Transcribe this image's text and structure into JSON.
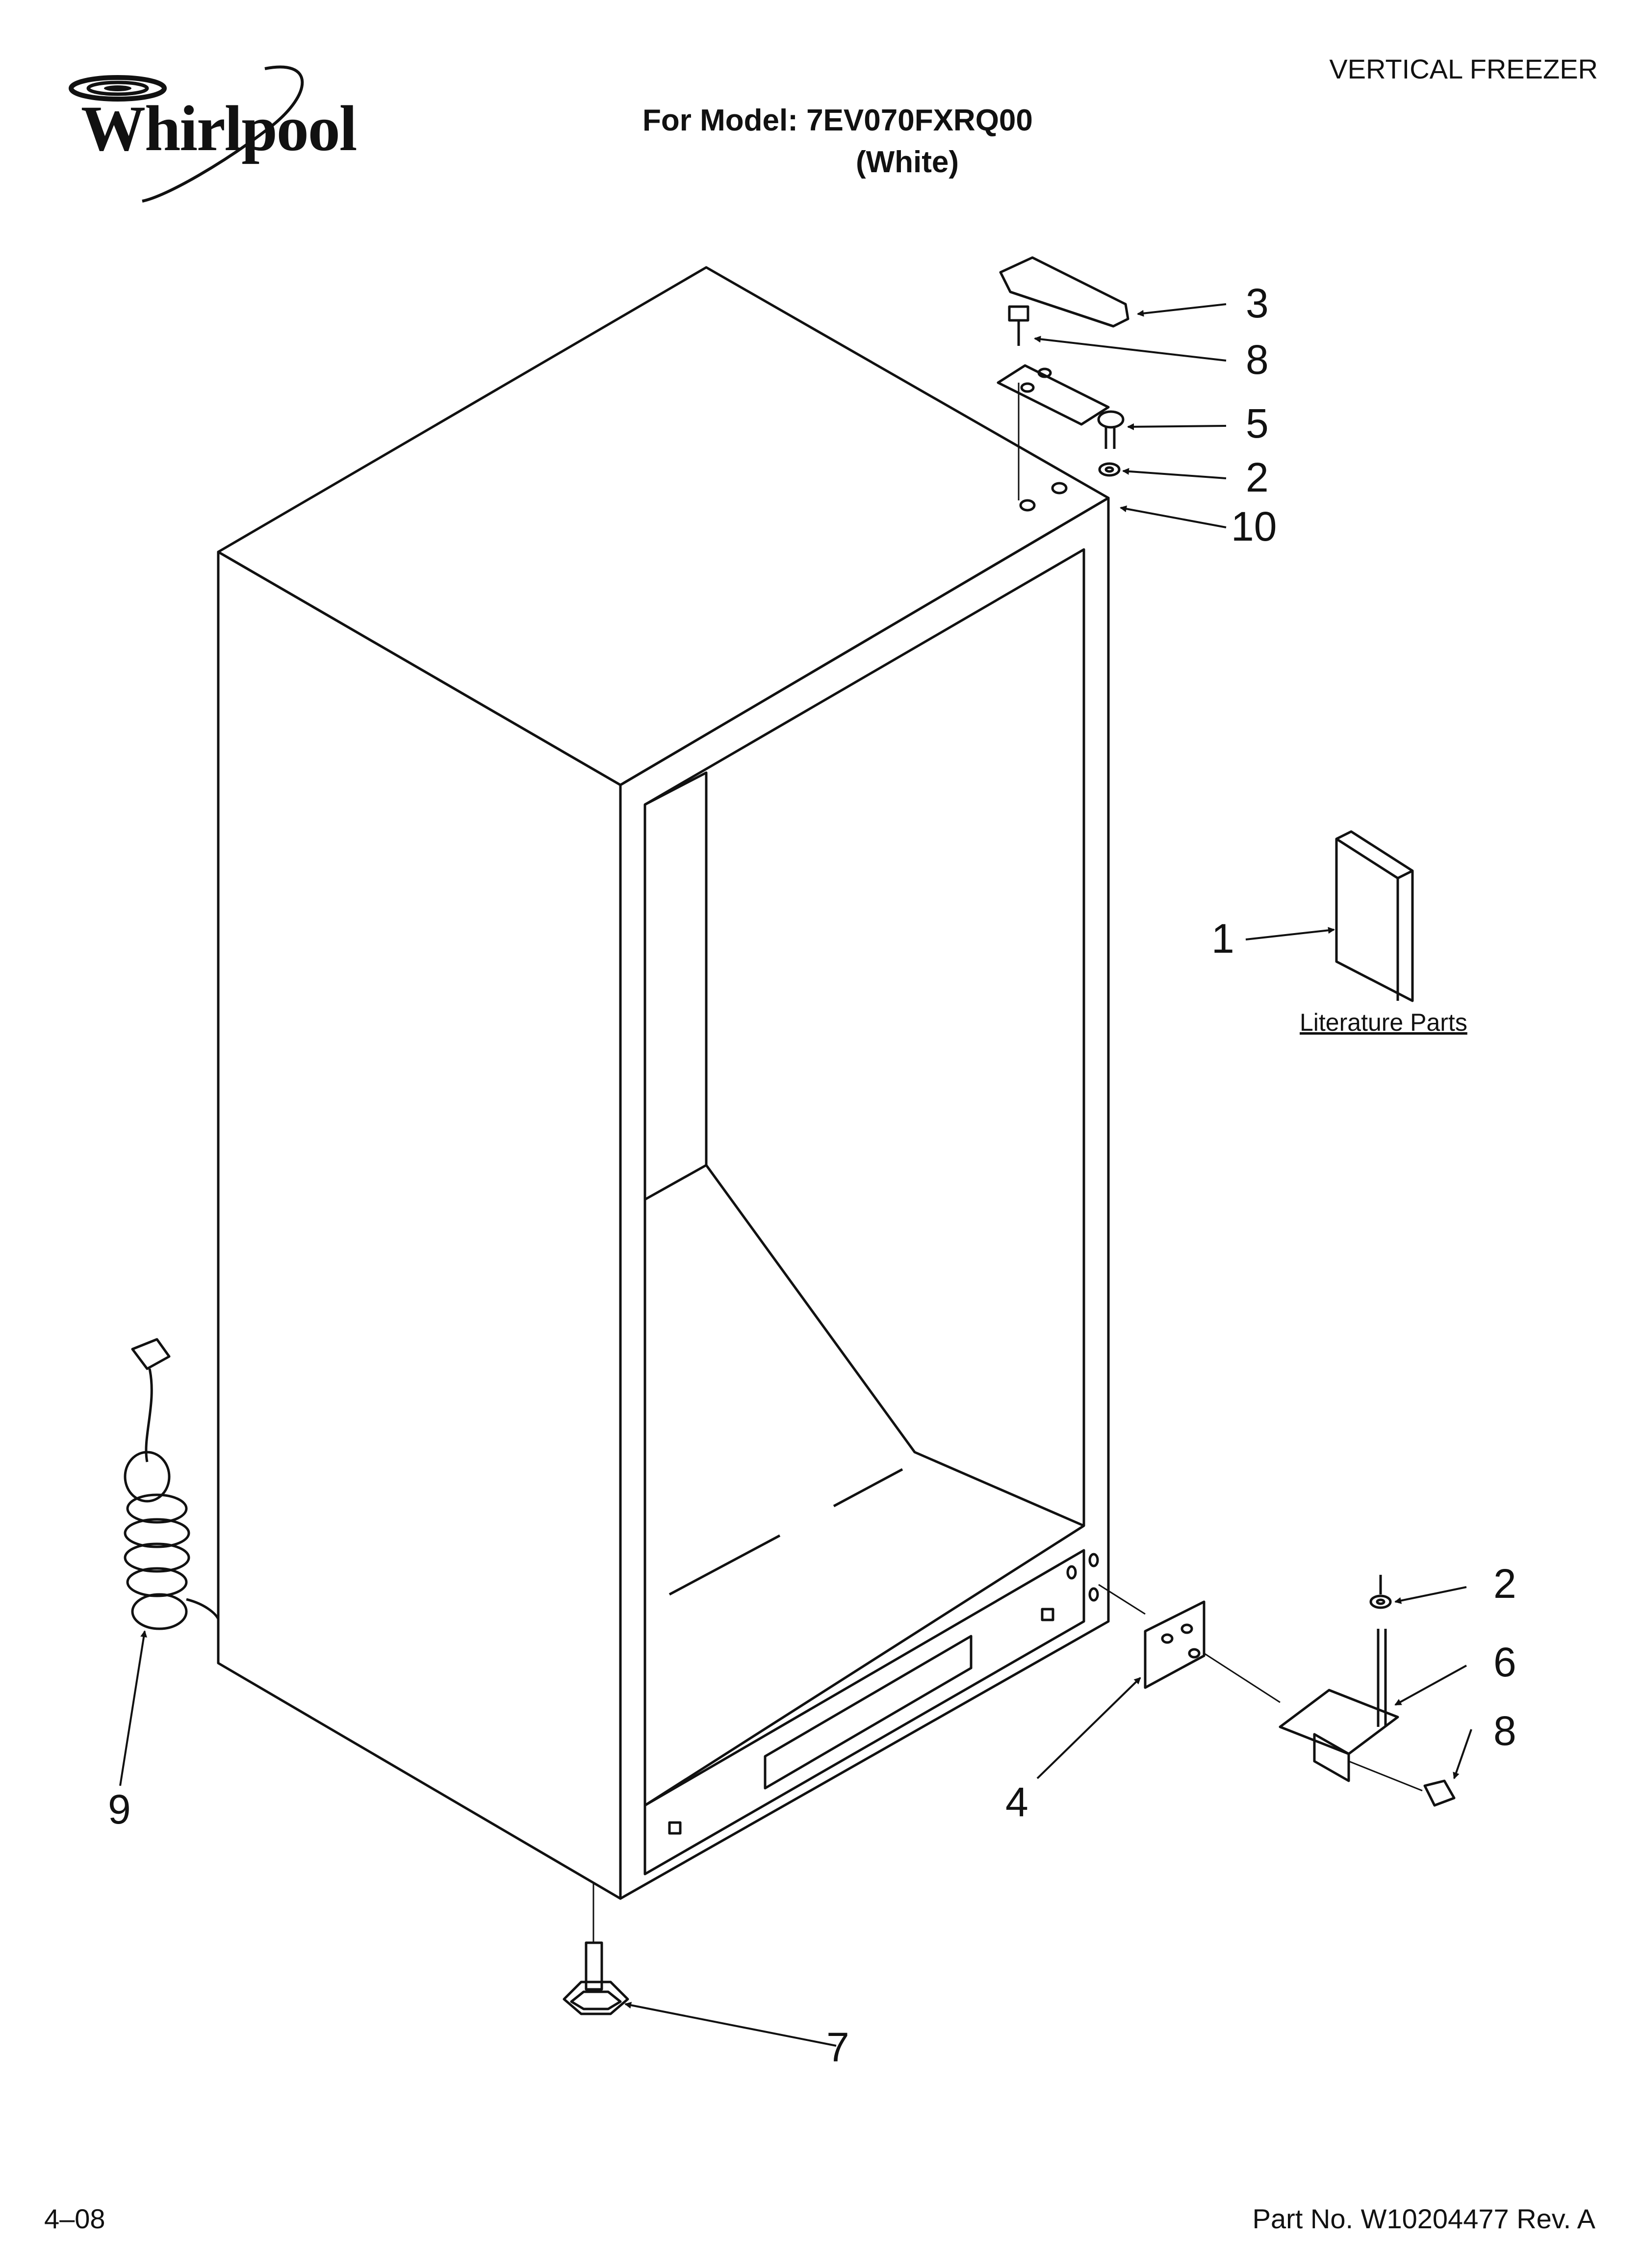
{
  "header": {
    "brand": "Whirlpool",
    "section": "VERTICAL FREEZER",
    "model_line": "For Model: 7EV070FXRQ00",
    "color_line": "(White)"
  },
  "diagram": {
    "literature_label": "Literature Parts",
    "callouts": [
      "3",
      "8",
      "5",
      "2",
      "10",
      "1",
      "2",
      "6",
      "8",
      "9",
      "4",
      "7"
    ]
  },
  "footer": {
    "date": "4–08",
    "part_no": "Part No. W10204477 Rev. A"
  }
}
